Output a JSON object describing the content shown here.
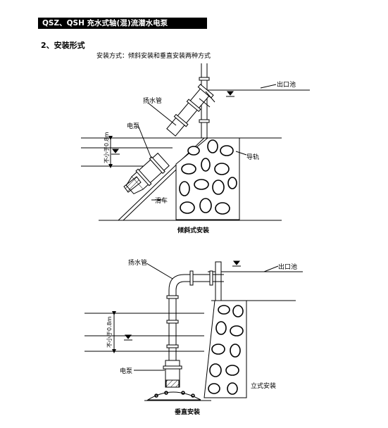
{
  "header": {
    "title": "QSZ、QSH 充水式轴(混)流潜水电泵"
  },
  "section": {
    "title": "2、安装形式"
  },
  "description": "安装方式：倾斜安装和垂直安装两种方式",
  "diagram_inclined": {
    "label_pipe": "扬水管",
    "label_pump": "电泵",
    "label_outlet": "出口池",
    "label_rail": "导轨",
    "label_cart": "滑车",
    "label_depth": "不小于0.8m",
    "caption": "倾斜式安装"
  },
  "diagram_vertical": {
    "label_pipe": "扬水管",
    "label_pump": "电泵",
    "label_outlet": "出口池",
    "label_depth": "不小于0.8m",
    "label_type": "立式安装",
    "caption": "垂直安装"
  }
}
